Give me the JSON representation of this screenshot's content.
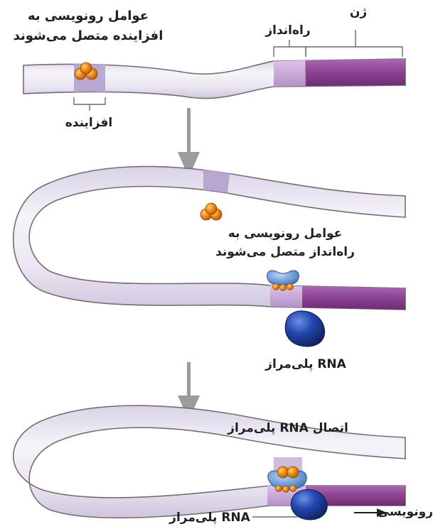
{
  "labels": {
    "gene": "ژن",
    "promoter": "راه‌انداز",
    "enhancer": "افزاینده",
    "factors_bind_enhancer": [
      "عوامل رونویسی به",
      "افزاینده متصل می‌شوند"
    ],
    "factors_bind_promoter": [
      "عوامل رونویسی به",
      "راه‌انداز متصل می‌شوند"
    ],
    "rna_polymerase": "RNA پلی‌مراز",
    "rna_polymerase_binding": "اتصال RNA پلی‌مراز",
    "rna_polymerase_bottom": "RNA پلی‌مراز",
    "transcription": "رونویسی"
  },
  "colors": {
    "dna_fill": "#ece9f3",
    "dna_outline": "#7a6a72",
    "gene_purple": "#8a3d8f",
    "promoter_lavender": "#c9a9d6",
    "enhancer_region": "#b3a2cc",
    "transcription_factor": "#f08a18",
    "rna_polymerase": "#1c3d9e",
    "arrow_gray": "#9b9b9b"
  },
  "icons": [
    "transcription-factor-icon",
    "rna-polymerase-icon",
    "down-arrow-icon",
    "transcription-arrow-icon"
  ]
}
